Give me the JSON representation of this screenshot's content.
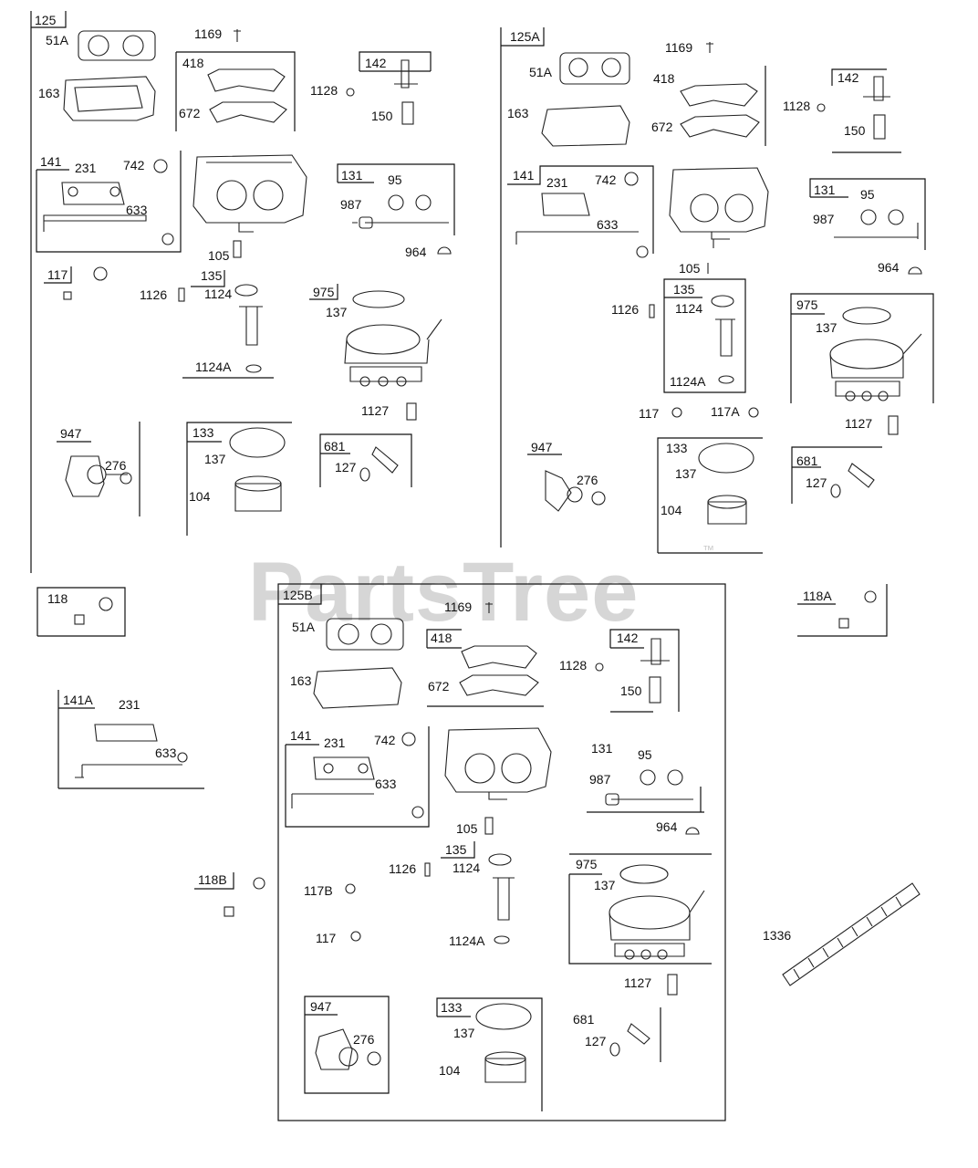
{
  "watermark": {
    "text": "PartsTree",
    "trademark": "™"
  },
  "groups": {
    "g125": {
      "assembly": "125",
      "labels": [
        "51A",
        "1169",
        "163",
        "418",
        "672",
        "142",
        "1128",
        "150",
        "141",
        "231",
        "742",
        "633",
        "131",
        "95",
        "987",
        "964",
        "105",
        "117",
        "1126",
        "135",
        "1124",
        "975",
        "137",
        "1124A",
        "1127",
        "947",
        "276",
        "133",
        "137",
        "104",
        "681",
        "127"
      ]
    },
    "g125A": {
      "assembly": "125A",
      "labels": [
        "1169",
        "51A",
        "418",
        "142",
        "1128",
        "163",
        "672",
        "150",
        "141",
        "231",
        "742",
        "633",
        "131",
        "95",
        "987",
        "964",
        "105",
        "135",
        "1126",
        "1124",
        "975",
        "137",
        "1124A",
        "117",
        "117A",
        "1127",
        "947",
        "276",
        "133",
        "137",
        "104",
        "681",
        "127"
      ]
    },
    "g125B": {
      "assembly": "125B",
      "labels": [
        "1169",
        "51A",
        "418",
        "142",
        "1128",
        "163",
        "672",
        "150",
        "141",
        "231",
        "742",
        "633",
        "131",
        "95",
        "987",
        "105",
        "964",
        "135",
        "1126",
        "1124",
        "975",
        "117B",
        "137",
        "117",
        "1124A",
        "1127",
        "947",
        "276",
        "133",
        "137",
        "104",
        "681",
        "127"
      ]
    },
    "extras": [
      "118",
      "118A",
      "141A",
      "231",
      "633",
      "118B",
      "1336"
    ]
  }
}
